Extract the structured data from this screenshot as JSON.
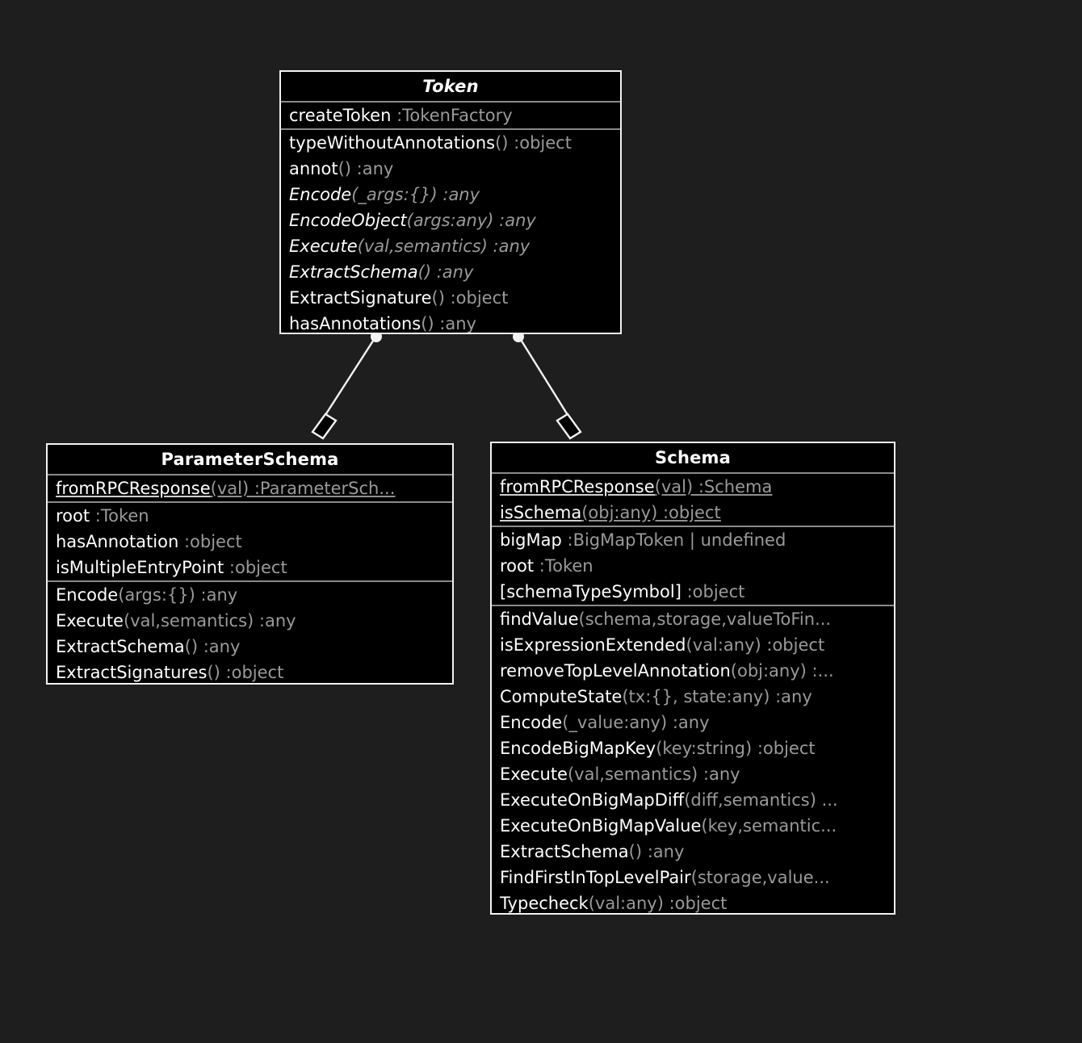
{
  "diagram": {
    "type": "uml-class-diagram",
    "background_color": "#1e1e1e",
    "box_fill_color": "#000000",
    "border_color": "#f2f2f2",
    "name_text_color": "#ffffff",
    "type_text_color": "#9a9a9a",
    "separator_color": "#8a8a8a"
  },
  "classes": {
    "token": {
      "name": "Token",
      "abstract": true,
      "statics": [
        {
          "name": "createToken",
          "sub": " :TokenFactory",
          "italic": false,
          "underline": false
        }
      ],
      "methods": [
        {
          "name": "typeWithoutAnnotations",
          "sub": "() :object",
          "italic": false
        },
        {
          "name": "annot",
          "sub": "() :any",
          "italic": false
        },
        {
          "name": "Encode",
          "sub": "(_args:{}) :any",
          "italic": true
        },
        {
          "name": "EncodeObject",
          "sub": "(args:any) :any",
          "italic": true
        },
        {
          "name": "Execute",
          "sub": "(val,semantics) :any",
          "italic": true
        },
        {
          "name": "ExtractSchema",
          "sub": "() :any",
          "italic": true
        },
        {
          "name": "ExtractSignature",
          "sub": "() :object",
          "italic": false
        },
        {
          "name": "hasAnnotations",
          "sub": "() :any",
          "italic": false
        }
      ]
    },
    "parameterSchema": {
      "name": "ParameterSchema",
      "abstract": false,
      "statics": [
        {
          "name": "fromRPCResponse",
          "sub": "(val) :ParameterSch...",
          "italic": false,
          "underline": true
        }
      ],
      "attributes": [
        {
          "name": "root",
          "sub": " :Token",
          "italic": false
        },
        {
          "name": "hasAnnotation",
          "sub": " :object",
          "italic": false
        },
        {
          "name": "isMultipleEntryPoint",
          "sub": " :object",
          "italic": false
        }
      ],
      "methods": [
        {
          "name": "Encode",
          "sub": "(args:{}) :any",
          "italic": false
        },
        {
          "name": "Execute",
          "sub": "(val,semantics) :any",
          "italic": false
        },
        {
          "name": "ExtractSchema",
          "sub": "() :any",
          "italic": false
        },
        {
          "name": "ExtractSignatures",
          "sub": "() :object",
          "italic": false
        }
      ]
    },
    "schema": {
      "name": "Schema",
      "abstract": false,
      "statics": [
        {
          "name": "fromRPCResponse",
          "sub": "(val) :Schema",
          "italic": false,
          "underline": true
        },
        {
          "name": "isSchema",
          "sub": "(obj:any) :object",
          "italic": false,
          "underline": true
        }
      ],
      "attributes": [
        {
          "name": "bigMap",
          "sub": " :BigMapToken | undefined",
          "italic": false
        },
        {
          "name": "root",
          "sub": " :Token",
          "italic": false
        },
        {
          "name": "[schemaTypeSymbol]",
          "sub": " :object",
          "italic": false
        }
      ],
      "methods": [
        {
          "name": "findValue",
          "sub": "(schema,storage,valueToFin...",
          "italic": false
        },
        {
          "name": "isExpressionExtended",
          "sub": "(val:any) :object",
          "italic": false
        },
        {
          "name": "removeTopLevelAnnotation",
          "sub": "(obj:any) :...",
          "italic": false
        },
        {
          "name": "ComputeState",
          "sub": "(tx:{}, state:any) :any",
          "italic": false
        },
        {
          "name": "Encode",
          "sub": "(_value:any) :any",
          "italic": false
        },
        {
          "name": "EncodeBigMapKey",
          "sub": "(key:string) :object",
          "italic": false
        },
        {
          "name": "Execute",
          "sub": "(val,semantics) :any",
          "italic": false
        },
        {
          "name": "ExecuteOnBigMapDiff",
          "sub": "(diff,semantics) ...",
          "italic": false
        },
        {
          "name": "ExecuteOnBigMapValue",
          "sub": "(key,semantic...",
          "italic": false
        },
        {
          "name": "ExtractSchema",
          "sub": "() :any",
          "italic": false
        },
        {
          "name": "FindFirstInTopLevelPair",
          "sub": "(storage,value...",
          "italic": false
        },
        {
          "name": "Typecheck",
          "sub": "(val:any) :object",
          "italic": false
        }
      ]
    }
  },
  "relationships": [
    {
      "id": "token-parameterschema",
      "kind": "aggregation",
      "source": "Token",
      "target": "ParameterSchema",
      "source_marker": "filled-dot",
      "target_marker": "hollow-diamond"
    },
    {
      "id": "token-schema",
      "kind": "aggregation",
      "source": "Token",
      "target": "Schema",
      "source_marker": "filled-dot",
      "target_marker": "hollow-diamond"
    }
  ]
}
